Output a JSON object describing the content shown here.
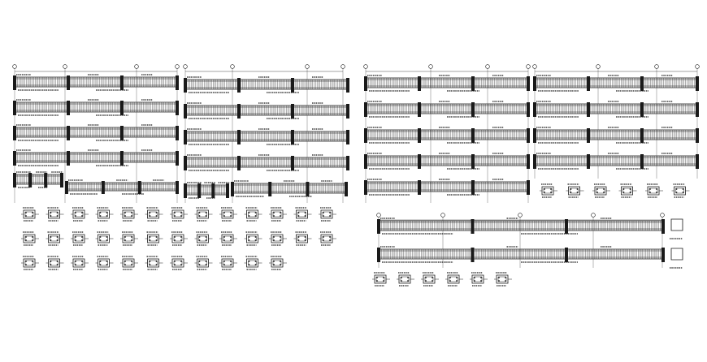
{
  "drawing": {
    "sheets": [
      {
        "id": "sheet-left",
        "beams": 5,
        "sections": 38
      },
      {
        "id": "sheet-middle",
        "beams": 5,
        "sections": 0
      },
      {
        "id": "sheet-right-a",
        "beams": 5,
        "sections": 0
      },
      {
        "id": "sheet-right-b",
        "beams": 5,
        "sections": 6
      },
      {
        "id": "sheet-right-long",
        "beams": 2,
        "sections": 8
      }
    ],
    "colors": {
      "line": "#1a1a1a",
      "background": "#ffffff"
    }
  }
}
